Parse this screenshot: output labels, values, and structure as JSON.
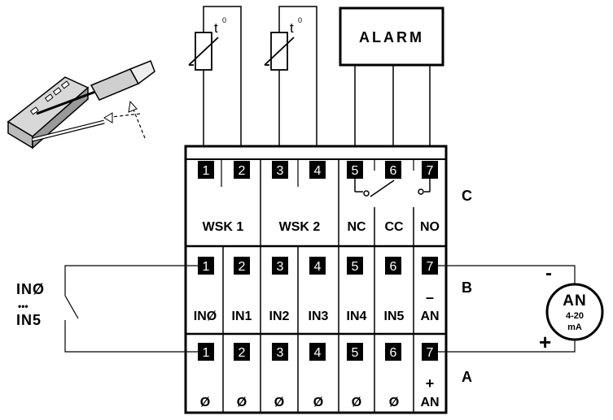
{
  "sensors": {
    "t1": "t",
    "t1_sup": "0",
    "t2": "t",
    "t2_sup": "0"
  },
  "alarm_label": "ALARM",
  "row_c": {
    "letter": "C",
    "terminals": [
      "1",
      "2",
      "3",
      "4",
      "5",
      "6",
      "7"
    ],
    "labels": [
      "WSK 1",
      "WSK 2",
      "NC",
      "CC",
      "NO"
    ]
  },
  "row_b": {
    "letter": "B",
    "terminals": [
      "1",
      "2",
      "3",
      "4",
      "5",
      "6",
      "7"
    ],
    "labels": [
      "INØ",
      "IN1",
      "IN2",
      "IN3",
      "IN4",
      "IN5",
      "AN"
    ],
    "an_sign": "–"
  },
  "row_a": {
    "letter": "A",
    "terminals": [
      "1",
      "2",
      "3",
      "4",
      "5",
      "6",
      "7"
    ],
    "labels": [
      "Ø",
      "Ø",
      "Ø",
      "Ø",
      "Ø",
      "Ø",
      "AN"
    ],
    "an_sign": "+"
  },
  "inputs": {
    "top": "INØ",
    "dots": "•••",
    "bottom": "IN5"
  },
  "an_meter": {
    "line1": "AN",
    "line2": "4-20",
    "line3": "mA",
    "minus": "-",
    "plus": "+"
  }
}
